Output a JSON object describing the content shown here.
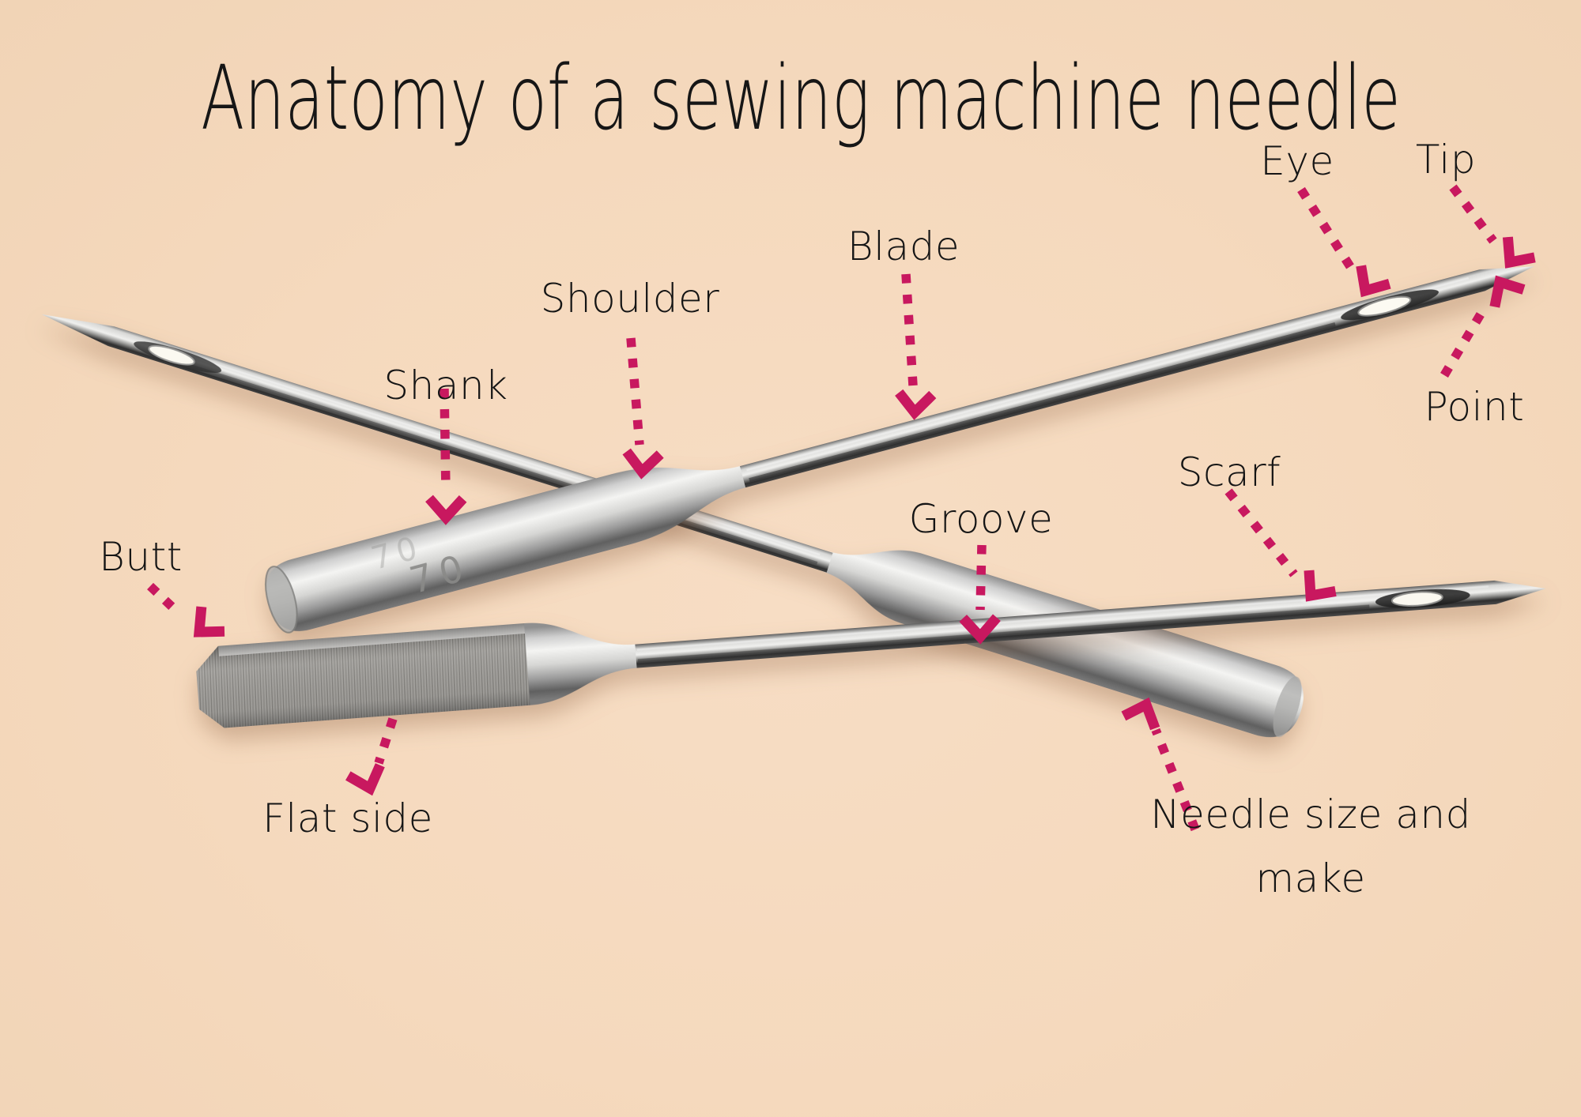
{
  "title": {
    "text": "Anatomy of a sewing machine needle"
  },
  "labels": {
    "eye": "Eye",
    "tip": "Tip",
    "blade": "Blade",
    "shoulder": "Shoulder",
    "shank": "Shank",
    "butt": "Butt",
    "groove": "Groove",
    "scarf": "Scarf",
    "point": "Point",
    "flat_side": "Flat side",
    "needle_size": "Needle size and make"
  },
  "engraving": {
    "size_mark": "70"
  },
  "colors": {
    "background": "#f5d9bd",
    "accent": "#c8185f",
    "text": "#161616"
  }
}
